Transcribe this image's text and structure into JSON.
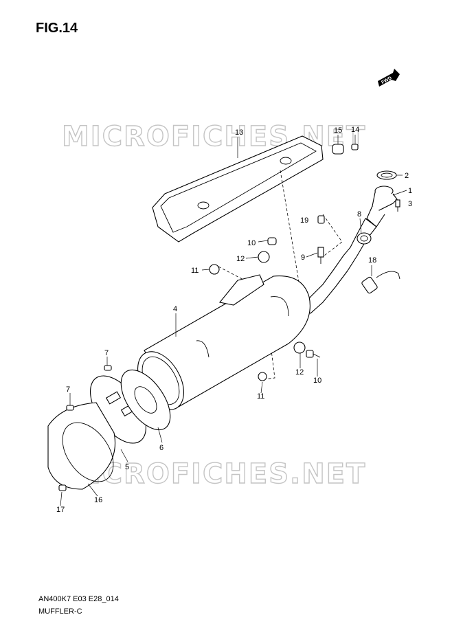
{
  "figure": {
    "title": "FIG.14",
    "code": "AN400K7 E03 E28_014",
    "name": "MUFFLER-C"
  },
  "watermark": "MICROFICHES.NET",
  "badge": "FWD",
  "callouts": {
    "c1": "1",
    "c2": "2",
    "c3": "3",
    "c4": "4",
    "c5": "5",
    "c6": "6",
    "c7a": "7",
    "c7b": "7",
    "c8": "8",
    "c9": "9",
    "c10a": "10",
    "c10b": "10",
    "c11a": "11",
    "c11b": "11",
    "c12a": "12",
    "c12b": "12",
    "c13": "13",
    "c14": "14",
    "c15": "15",
    "c16": "16",
    "c17": "17",
    "c18": "18",
    "c19": "19"
  }
}
